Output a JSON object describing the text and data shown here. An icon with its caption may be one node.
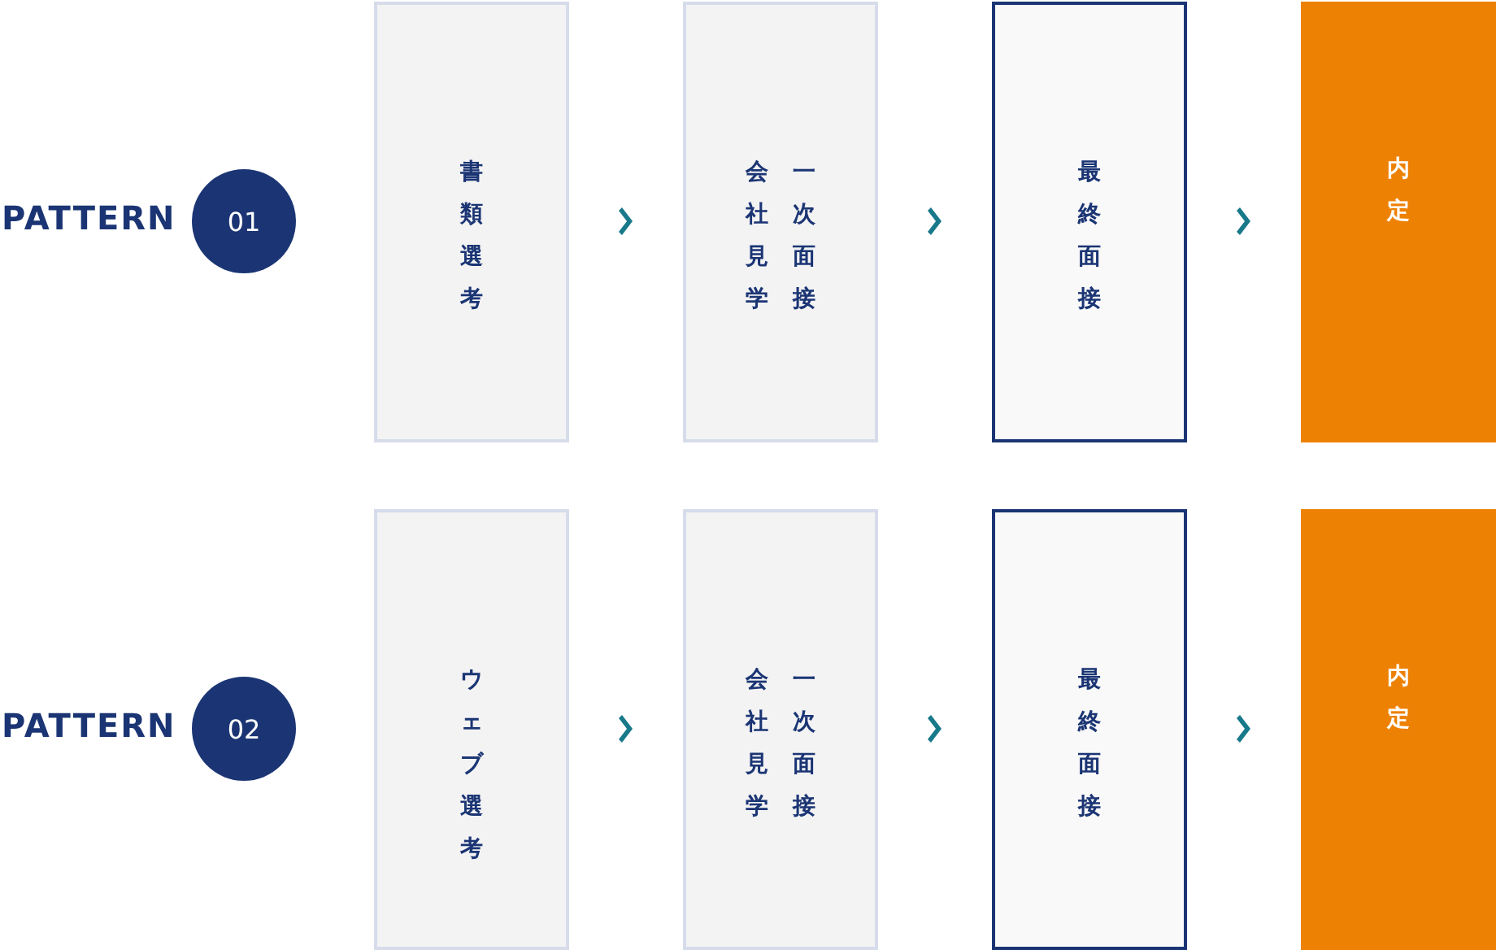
{
  "diagram": {
    "nodes": [
      {
        "text": [
          "01"
        ]
      },
      {
        "text": [
          "書類選考"
        ]
      },
      {
        "text": [
          "会社見学",
          "一次面接"
        ]
      },
      {
        "text": [
          "最終面接"
        ]
      },
      {
        "text": [
          "内定"
        ]
      },
      {
        "text": [
          "02"
        ]
      },
      {
        "text": [
          "ウェブ選考"
        ]
      },
      {
        "text": [
          "会社見学",
          "一次面接"
        ]
      },
      {
        "text": [
          "最終面接"
        ]
      },
      {
        "text": [
          "内定"
        ]
      }
    ],
    "edges": [
      {
        "from": 1,
        "to": 2,
        "arrow": "to"
      },
      {
        "from": 2,
        "to": 3,
        "arrow": "to"
      },
      {
        "from": 3,
        "to": 4,
        "arrow": "to"
      },
      {
        "from": 6,
        "to": 7,
        "arrow": "to"
      },
      {
        "from": 7,
        "to": 8,
        "arrow": "to"
      },
      {
        "from": 8,
        "to": 9,
        "arrow": "to"
      }
    ],
    "labels": [
      "PATTERN",
      "PATTERN"
    ]
  }
}
